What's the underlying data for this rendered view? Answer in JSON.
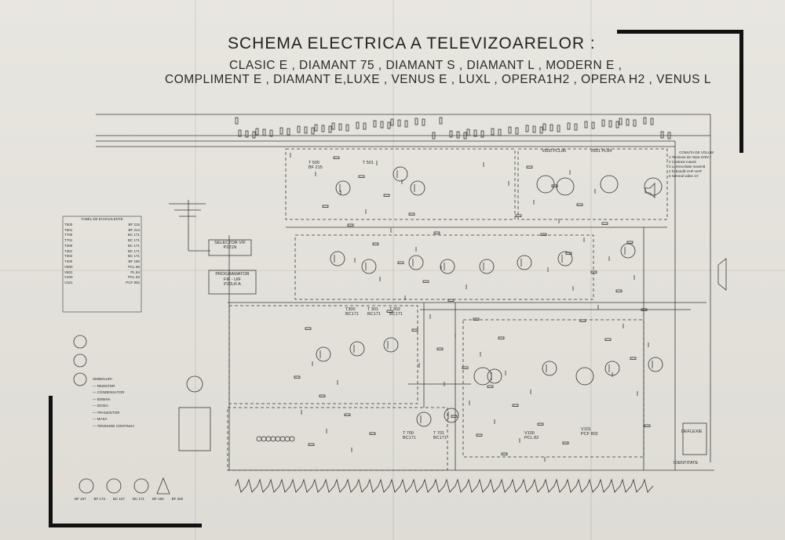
{
  "diagram": {
    "title": "SCHEMA ELECTRICA A TELEVIZOARELOR :",
    "subtitle_line1": "CLASIC E , DIAMANT 75 , DIAMANT S , DIAMANT L , MODERN E ,",
    "subtitle_line2": "COMPLIMENT E , DIAMANT E,LUXE , VENUS E , LUXL , OPERA1H2 , OPERA H2 , VENUS L",
    "blocks": {
      "selector": "SELECTOR VIF\nP221N",
      "programmer": "PROGRAMATOR\nFIF - UIF\nP22LR A",
      "tuner_top_left": "T 500\nBF 215",
      "transistor_t501": "T 501",
      "tube_v800": "V800 PCL86",
      "tube_v801": "V801 PL84",
      "transistor_t700": "T 700\nBC171",
      "transistor_t701": "T 701\nBC171",
      "transistor_t300": "T300\nBC171",
      "transistor_t301": "T 301\nBC171",
      "transistor_t302": "T 302\nBC171",
      "tube_v100": "V100\nPCL 82",
      "tube_v101": "V101\nPCF 802",
      "deflection": "DEFLEXIE",
      "ident_label": "IDENTITATE"
    },
    "legend_right": {
      "title": "COMUTA DE VOLUM",
      "items": [
        "1 Tensiune de rețea 220V~",
        "2 Contrast maxim",
        "3 Luminozitate maximă",
        "4 În bandă VHF-UHF",
        "5 Semnal video 1V"
      ]
    },
    "legend_left_title": "TABEL DE ECHIVALENTE",
    "legend_left_rows": [
      [
        "T500",
        "BF 215"
      ],
      [
        "T501",
        "BF 214"
      ],
      [
        "T700",
        "BC 171"
      ],
      [
        "T701",
        "BC 171"
      ],
      [
        "T300",
        "BC 171"
      ],
      [
        "T301",
        "BC 171"
      ],
      [
        "T302",
        "BC 171"
      ],
      [
        "T400",
        "BF 180"
      ],
      [
        "V800",
        "PCL 86"
      ],
      [
        "V801",
        "PL 84"
      ],
      [
        "V100",
        "PCL 82"
      ],
      [
        "V101",
        "PCF 802"
      ]
    ],
    "symbols_title": "SIMBOLURI",
    "symbols": [
      "REZISTOR",
      "CONDENSATOR",
      "BOBINA",
      "DIODA",
      "TRANZISTOR",
      "MASA",
      "TENSIUNE CONTINUA"
    ],
    "tube_socket_labels": [
      "BF 167",
      "BF 173",
      "BC 107",
      "BC 171",
      "BF 180",
      "BF 200"
    ]
  }
}
